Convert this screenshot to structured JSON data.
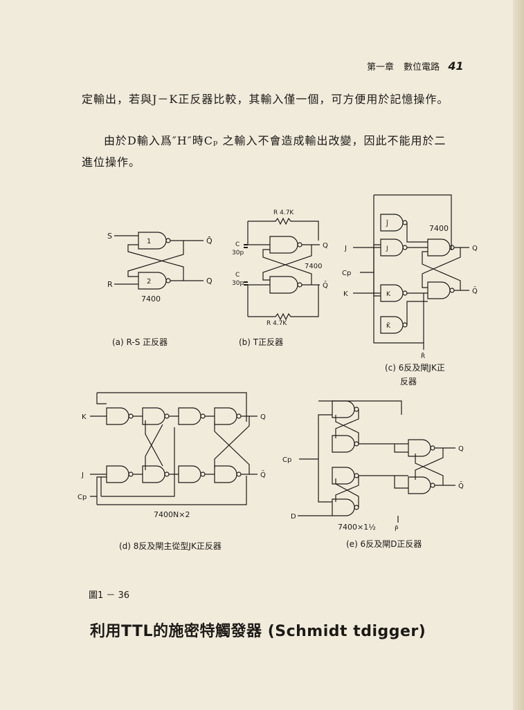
{
  "header": {
    "chapter": "第一章",
    "section": "數位電路",
    "page": "41"
  },
  "paragraphs": [
    "定輸出，若與J－K正反器比較，其輸入僅一個，可方便用於記憶操作。",
    "由於D輸入爲″H″時Cₚ 之輸入不會造成輸出改變，因此不能用於二",
    "進位操作。"
  ],
  "diagrams": {
    "a": {
      "caption": "(a) R-S 正反器",
      "chip": "7400",
      "labels": [
        "S",
        "R",
        "1",
        "2",
        "Q̄",
        "Q"
      ]
    },
    "b": {
      "caption": "(b) T正反器",
      "chip": "7400",
      "labels": [
        "R 4.7K",
        "C",
        "30p",
        "C",
        "30p",
        "R 4.7K",
        "Q",
        "Q̄"
      ]
    },
    "c": {
      "caption_1": "(c) 6反及閘JK正",
      "caption_2": "反器",
      "chip": "7400",
      "labels": [
        "J",
        "Cp",
        "K",
        "J̄",
        "J",
        "K",
        "K̄",
        "R̄",
        "Q",
        "Q̄"
      ]
    },
    "d": {
      "caption": "(d) 8反及閘主從型JK正反器",
      "chip": "7400N×2",
      "labels": [
        "K",
        "J",
        "Cp",
        "Q",
        "Q̄"
      ]
    },
    "e": {
      "caption": "(e) 6反及閘D正反器",
      "chip": "7400×1½",
      "labels": [
        "Cp",
        "D",
        "Q",
        "Q̄",
        "P̄"
      ]
    }
  },
  "figure_label": "圖1 － 36",
  "section_heading": "利用TTL的施密特觸發器 (Schmidt tdigger)"
}
